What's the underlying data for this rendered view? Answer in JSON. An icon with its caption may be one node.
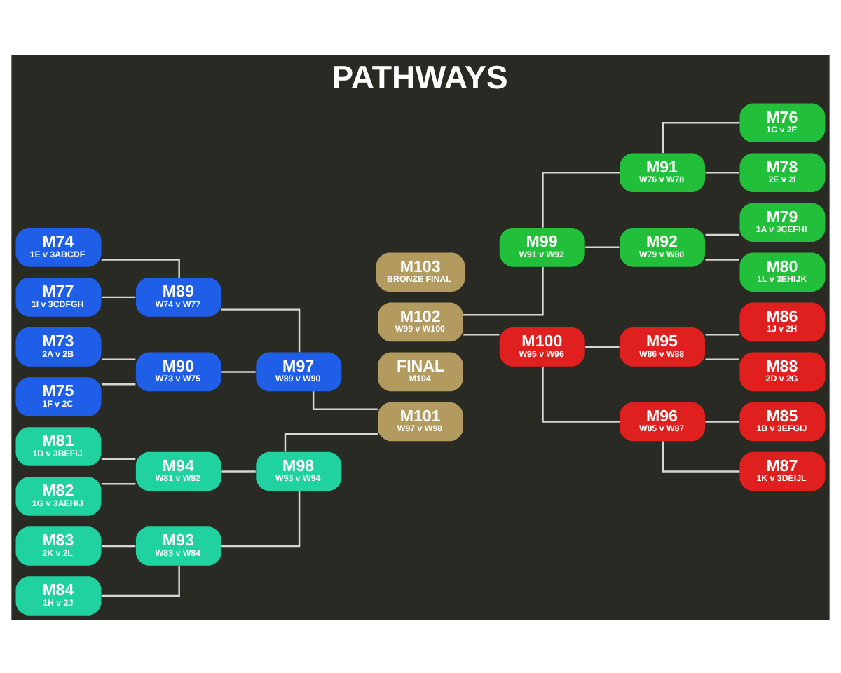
{
  "diagram": {
    "title": "PATHWAYS",
    "nodes": [
      {
        "text": [
          "M74",
          "1E v 3ABCDF"
        ]
      },
      {
        "text": [
          "M77",
          "1I v 3CDFGH"
        ]
      },
      {
        "text": [
          "M73",
          "2A v 2B"
        ]
      },
      {
        "text": [
          "M75",
          "1F v 2C"
        ]
      },
      {
        "text": [
          "M89",
          "W74 v W77"
        ]
      },
      {
        "text": [
          "M97",
          "W89 v W90"
        ]
      },
      {
        "text": [
          "M90",
          "W73 v W75"
        ]
      },
      {
        "text": [
          "M83",
          "2K v 2L"
        ]
      },
      {
        "text": [
          "M84",
          "1H v 2J"
        ]
      },
      {
        "text": [
          "M81",
          "1D v 3BEFIJ"
        ]
      },
      {
        "text": [
          "M82",
          "1G v 3AEHIJ"
        ]
      },
      {
        "text": [
          "M93",
          "W83 v W84"
        ]
      },
      {
        "text": [
          "M98",
          "W93 v W94"
        ]
      },
      {
        "text": [
          "M94",
          "W81 v W82"
        ]
      },
      {
        "text": [
          "M101",
          "W97 v W98"
        ]
      },
      {
        "text": [
          "FINAL",
          "M104"
        ]
      },
      {
        "text": [
          "M102",
          "W99 v W100"
        ]
      },
      {
        "text": [
          "M103",
          "BRONZE FINAL"
        ]
      },
      {
        "text": [
          "M91",
          "W76 v W78"
        ]
      },
      {
        "text": [
          "M76",
          "1C v 2F"
        ]
      },
      {
        "text": [
          "M78",
          "2E v 2I"
        ]
      },
      {
        "text": [
          "M99",
          "W91 v W92"
        ]
      },
      {
        "text": [
          "M92",
          "W79 v W80"
        ]
      },
      {
        "text": [
          "M79",
          "1A v 3CEFHI"
        ]
      },
      {
        "text": [
          "M80",
          "1L v 3EHIJK"
        ]
      },
      {
        "text": [
          "M95",
          "W86 v W88"
        ]
      },
      {
        "text": [
          "M86",
          "1J v 2H"
        ]
      },
      {
        "text": [
          "M88",
          "2D v 2G"
        ]
      },
      {
        "text": [
          "M100",
          "W95 v W96"
        ]
      },
      {
        "text": [
          "M96",
          "W85 v W87"
        ]
      },
      {
        "text": [
          "M85",
          "1B v 3EFGIJ"
        ]
      },
      {
        "text": [
          "M87",
          "1K v 3DEIJL"
        ]
      }
    ],
    "edges": [
      {
        "from": 0,
        "to": 4,
        "arrow": "none"
      },
      {
        "from": 1,
        "to": 4,
        "arrow": "none"
      },
      {
        "from": 2,
        "to": 6,
        "arrow": "none"
      },
      {
        "from": 3,
        "to": 6,
        "arrow": "none"
      },
      {
        "from": 4,
        "to": 5,
        "arrow": "none"
      },
      {
        "from": 6,
        "to": 5,
        "arrow": "none"
      },
      {
        "from": 7,
        "to": 11,
        "arrow": "none"
      },
      {
        "from": 8,
        "to": 11,
        "arrow": "none"
      },
      {
        "from": 9,
        "to": 13,
        "arrow": "none"
      },
      {
        "from": 10,
        "to": 13,
        "arrow": "none"
      },
      {
        "from": 11,
        "to": 12,
        "arrow": "none"
      },
      {
        "from": 13,
        "to": 12,
        "arrow": "none"
      },
      {
        "from": 5,
        "to": 14,
        "arrow": "none"
      },
      {
        "from": 12,
        "to": 14,
        "arrow": "none"
      },
      {
        "from": 16,
        "to": 21,
        "arrow": "none"
      },
      {
        "from": 16,
        "to": 28,
        "arrow": "none"
      },
      {
        "from": 21,
        "to": 18,
        "arrow": "none"
      },
      {
        "from": 21,
        "to": 22,
        "arrow": "none"
      },
      {
        "from": 18,
        "to": 19,
        "arrow": "none"
      },
      {
        "from": 18,
        "to": 20,
        "arrow": "none"
      },
      {
        "from": 22,
        "to": 23,
        "arrow": "none"
      },
      {
        "from": 22,
        "to": 24,
        "arrow": "none"
      },
      {
        "from": 28,
        "to": 25,
        "arrow": "none"
      },
      {
        "from": 28,
        "to": 29,
        "arrow": "none"
      },
      {
        "from": 25,
        "to": 26,
        "arrow": "none"
      },
      {
        "from": 25,
        "to": 27,
        "arrow": "none"
      },
      {
        "from": 29,
        "to": 30,
        "arrow": "none"
      },
      {
        "from": 29,
        "to": 31,
        "arrow": "none"
      }
    ]
  }
}
